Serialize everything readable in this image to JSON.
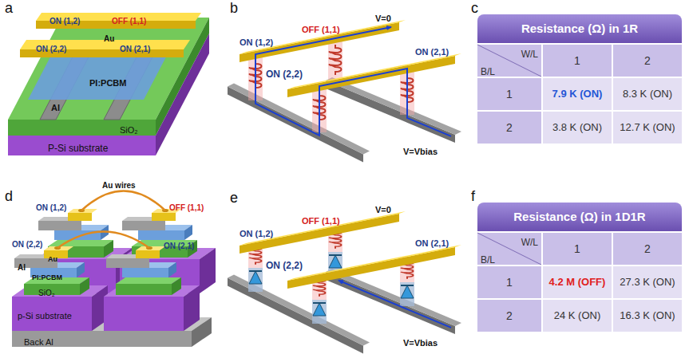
{
  "diagram": {
    "nodes": [
      {
        "text": [
          "Resistance (Ω) in 1R"
        ]
      },
      {
        "text": [
          "Resistance (Ω) in 1D1R"
        ]
      }
    ],
    "labels": [
      "a",
      "ON (1,2)",
      "OFF (1,1)",
      "Au",
      "ON (2,2)",
      "ON (2,1)",
      "PI:PCBM",
      "Al",
      "SiO₂",
      "P-Si substrate",
      "b",
      "ON (1,2)",
      "OFF (1,1)",
      "V=0",
      "ON (2,2)",
      "ON (2,1)",
      "V=Vbias",
      "c",
      "W/L",
      "1",
      "2",
      "B/L",
      "1",
      "7.9 K (ON)",
      "8.3 K (ON)",
      "2",
      "3.8 K (ON)",
      "12.7 K (ON)",
      "d",
      "ON (1,2)",
      "OFF (1,1)",
      "Au wires",
      "ON (2,2)",
      "ON (2,1)",
      "Al",
      "Au",
      "PI:PCBM",
      "SiO₂",
      "p-Si substrate",
      "Back Al",
      "e",
      "ON (1,2)",
      "OFF (1,1)",
      "V=0",
      "ON (2,2)",
      "ON (2,1)",
      "V=Vbias",
      "f",
      "W/L",
      "1",
      "2",
      "B/L",
      "1",
      "4.2 M (OFF)",
      "27.3 K (ON)",
      "2",
      "24 K (ON)",
      "16.3 K (ON)"
    ]
  }
}
